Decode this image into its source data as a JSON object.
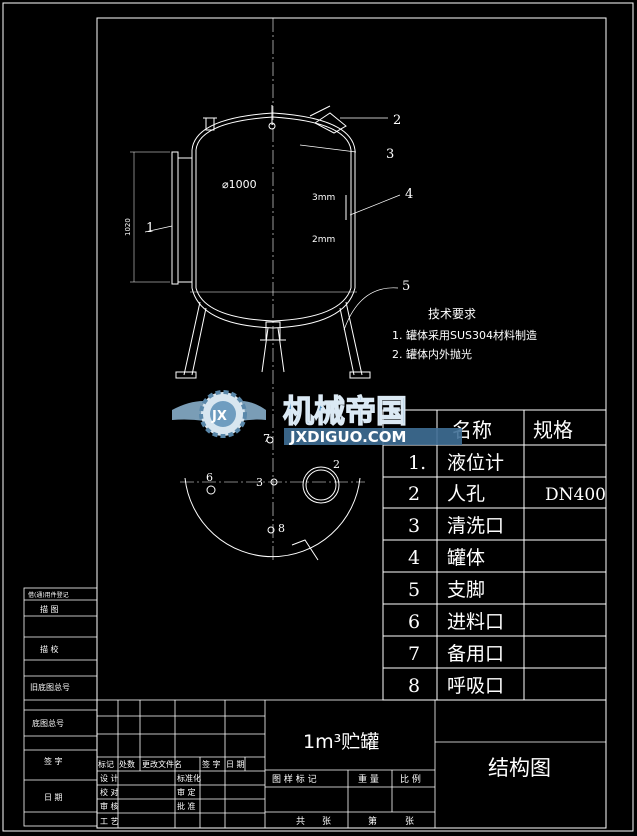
{
  "drawing": {
    "diameter_label": "⌀1000",
    "height_dim": "1020",
    "thickness_upper": "3mm",
    "thickness_lower": "2mm",
    "callouts": [
      "1",
      "2",
      "3",
      "4",
      "5"
    ],
    "top_view_labels": [
      "6",
      "3",
      "2",
      "7",
      "8"
    ]
  },
  "tech_requirements": {
    "title": "技术要求",
    "items": [
      "1. 罐体采用SUS304材料制造",
      "2. 罐体内外抛光"
    ]
  },
  "watermark": {
    "name": "机械帝国",
    "url": "JXDIGUO.COM",
    "emblem_letters": "JX"
  },
  "parts_table": {
    "header_name": "名称",
    "header_spec": "规格",
    "rows": [
      {
        "no": "1.",
        "name": "液位计",
        "spec": ""
      },
      {
        "no": "2",
        "name": "人孔",
        "spec": "DN400"
      },
      {
        "no": "3",
        "name": "清洗口",
        "spec": ""
      },
      {
        "no": "4",
        "name": "罐体",
        "spec": ""
      },
      {
        "no": "5",
        "name": "支脚",
        "spec": ""
      },
      {
        "no": "6",
        "name": "进料口",
        "spec": ""
      },
      {
        "no": "7",
        "name": "备用口",
        "spec": ""
      },
      {
        "no": "8",
        "name": "呼吸口",
        "spec": ""
      }
    ]
  },
  "left_strip": [
    "借(通)用件登记",
    "描 图",
    "描 校",
    "旧底图总号",
    "底图总号",
    "签 字",
    "日 期"
  ],
  "title_block": {
    "title": "1m³贮罐",
    "drawing_type": "结构图",
    "rev_headers": [
      "标记",
      "处数",
      "更改文件名",
      "签 字",
      "日 期"
    ],
    "role_labels": [
      "设 计",
      "校 对",
      "审 核",
      "工 艺"
    ],
    "role_labels2": [
      "标准化",
      "审 定",
      "批 准"
    ],
    "info_headers": [
      "图 样 标 记",
      "重 量",
      "比 例"
    ],
    "sheet_labels": [
      "共",
      "张",
      "第",
      "张"
    ]
  }
}
